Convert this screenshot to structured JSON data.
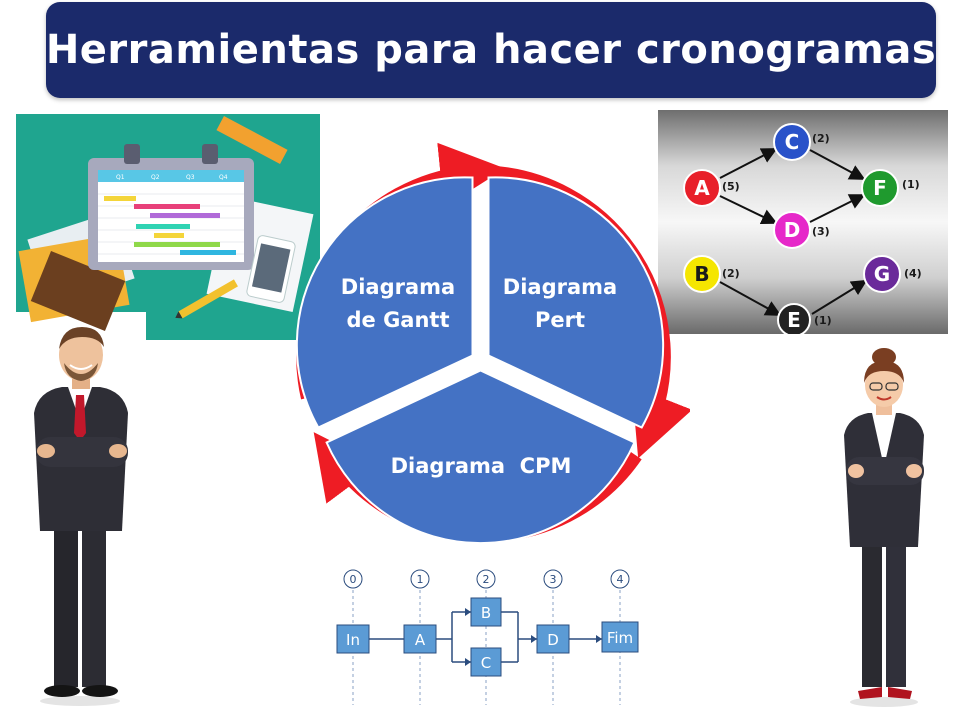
{
  "title": "Herramientas para hacer cronogramas",
  "cycle": {
    "segments": [
      {
        "label_line1": "Diagrama",
        "label_line2": "de Gantt"
      },
      {
        "label_line1": "Diagrama",
        "label_line2": "Pert"
      },
      {
        "label": "Diagrama  CPM"
      }
    ],
    "fill_color": "#4472c4",
    "arrow_color": "#ee1c24"
  },
  "pert_network": {
    "nodes": [
      {
        "letter": "A",
        "duration": "(5)",
        "color": "#e8202a"
      },
      {
        "letter": "C",
        "duration": "(2)",
        "color": "#2952c9"
      },
      {
        "letter": "F",
        "duration": "(1)",
        "color": "#1f9a2e"
      },
      {
        "letter": "D",
        "duration": "(3)",
        "color": "#e628c9"
      },
      {
        "letter": "B",
        "duration": "(2)",
        "color": "#f5e600"
      },
      {
        "letter": "G",
        "duration": "(4)",
        "color": "#6a2a9a"
      },
      {
        "letter": "E",
        "duration": "(1)",
        "color": "#222222"
      }
    ]
  },
  "cpm_network": {
    "steps": [
      "0",
      "1",
      "2",
      "3",
      "4"
    ],
    "boxes": {
      "start": "In",
      "a": "A",
      "b": "B",
      "c": "C",
      "d": "D",
      "end": "Fim"
    }
  },
  "gantt_illustration": {
    "headers": [
      "Q1",
      "Q2",
      "Q3",
      "Q4"
    ]
  },
  "icons": [
    "clipboard-icon",
    "pencil-icon",
    "ruler-icon",
    "smartphone-icon",
    "businessman-figure",
    "businesswoman-figure"
  ]
}
